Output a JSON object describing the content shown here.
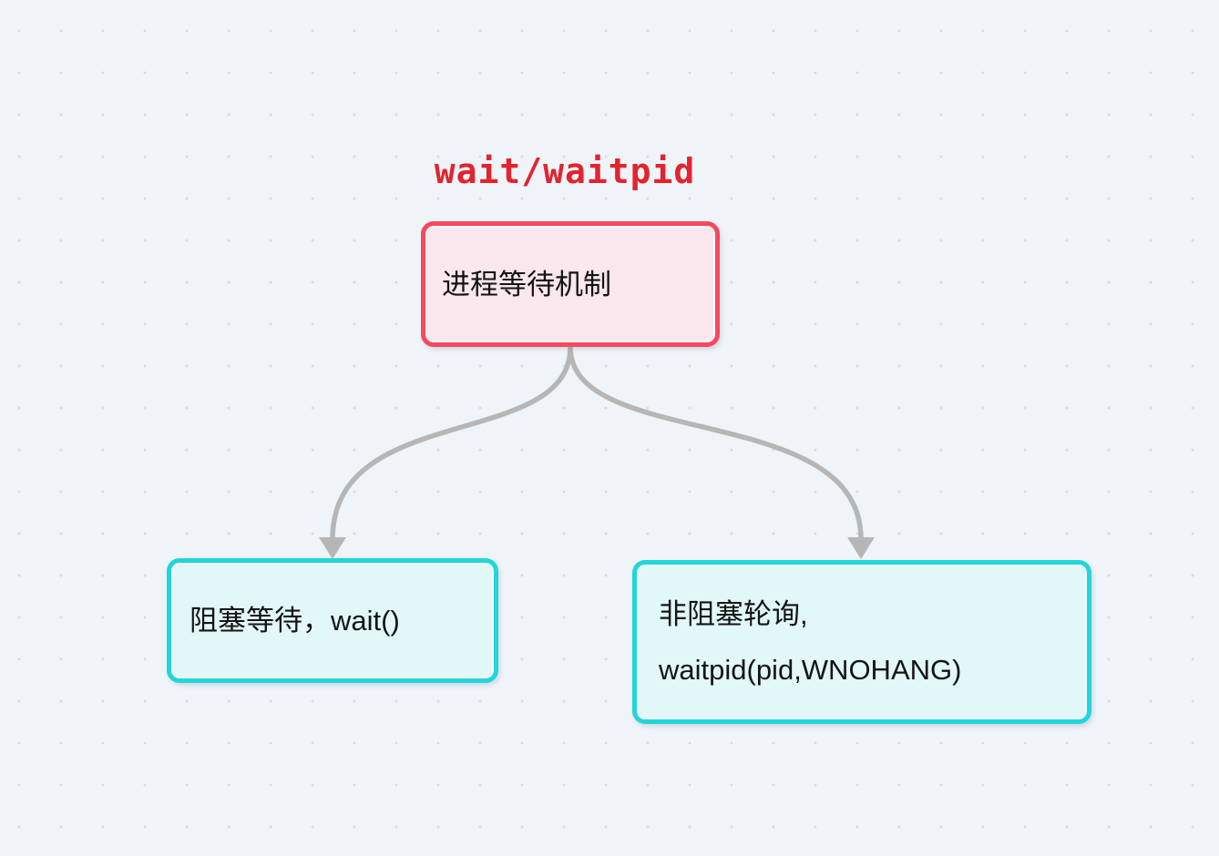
{
  "diagram": {
    "title": "wait/waitpid",
    "root_node": {
      "label": "进程等待机制"
    },
    "child_nodes": [
      {
        "id": "blocking-wait",
        "lines": [
          "阻塞等待，wait()"
        ]
      },
      {
        "id": "nonblocking-poll",
        "lines": [
          "非阻塞轮询,",
          "waitpid(pid,WNOHANG)"
        ]
      }
    ]
  },
  "colors": {
    "bg": "#eff4f9",
    "dot": "#d8dbdf",
    "title-red": "#e2242f",
    "root-border": "#f5495f",
    "root-fill": "#f9e7ed",
    "child-border": "#21d6d9",
    "child-fill": "#e1f7f8",
    "connector": "#b6b6b6",
    "text": "#141414"
  }
}
